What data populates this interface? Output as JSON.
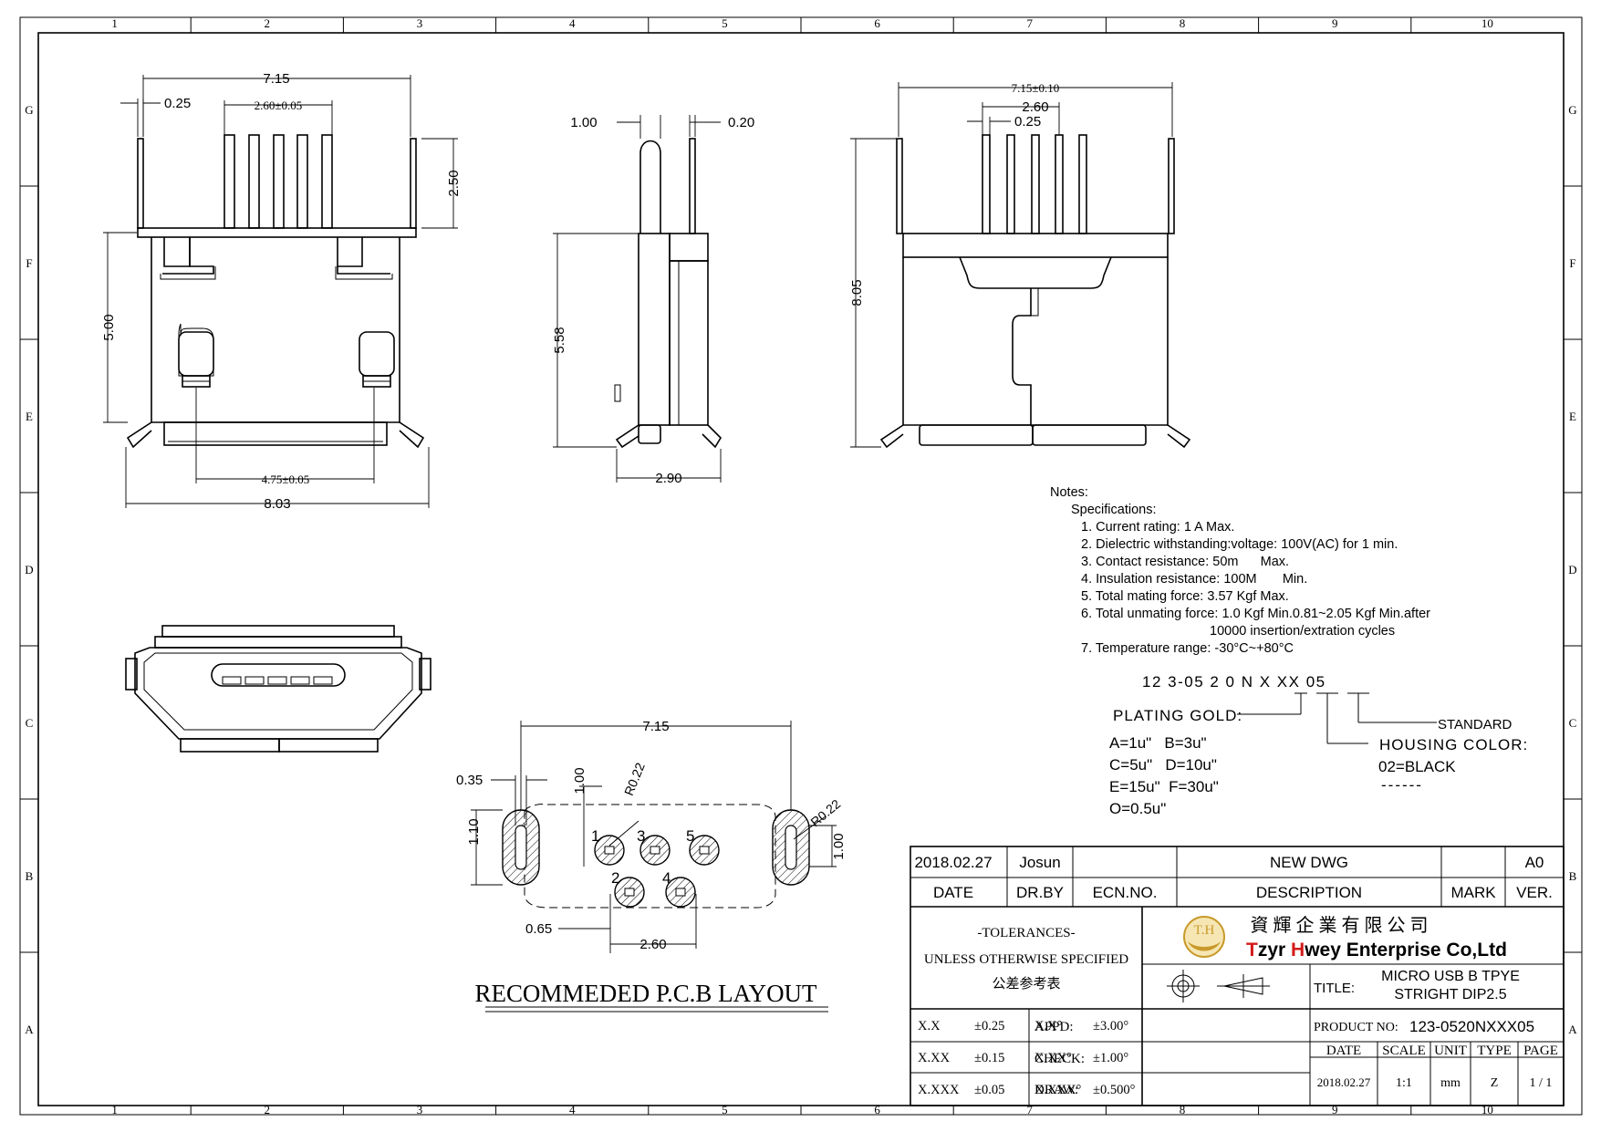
{
  "frame": {
    "cols": [
      "1",
      "2",
      "3",
      "4",
      "5",
      "6",
      "7",
      "8",
      "9",
      "10"
    ],
    "rows": [
      "G",
      "F",
      "E",
      "D",
      "C",
      "B",
      "A"
    ]
  },
  "dims": {
    "front_width_top": "7.15",
    "front_pin_width": "0.25",
    "front_pin_pitch": "2.60±0.05",
    "front_pin_height": "2.50",
    "front_body_height": "5.00",
    "front_hole_span": "4.75±0.05",
    "front_total_width": "8.03",
    "side_a": "1.00",
    "side_b": "0.20",
    "side_height": "5.58",
    "side_width": "2.90",
    "back_width": "7.15±0.10",
    "back_pitch": "2.60",
    "back_pin": "0.25",
    "back_height": "8.05",
    "pcb_width": "7.15",
    "pcb_slot_w": "0.35",
    "pcb_a": "1.00",
    "pcb_r1": "R0.22",
    "pcb_r2": "R0.22",
    "pcb_slot_h": "1.10",
    "pcb_b": "1.00",
    "pcb_c": "0.65",
    "pcb_pitch": "2.60"
  },
  "pins": [
    "1",
    "2",
    "3",
    "4",
    "5"
  ],
  "pcb_title": "RECOMMEDED P.C.B LAYOUT",
  "notes": {
    "heading": "Notes:",
    "spec_heading": "Specifications:",
    "items": [
      "1. Current rating: 1 A Max.",
      "2. Dielectric withstanding:voltage: 100V(AC) for 1 min.",
      "3. Contact resistance: 50m      Max.",
      "4. Insulation resistance: 100M       Min.",
      "5. Total mating force: 3.57 Kgf Max.",
      "6. Total unmating force: 1.0 Kgf Min.0.81~2.05 Kgf Min.after",
      "                                   10000 insertion/extration cycles",
      "7. Temperature range: -30°C~+80°C"
    ]
  },
  "part_code": {
    "code": "12 3-05 2 0 N X XX 05",
    "plating_label": "PLATING  GOLD:",
    "plating_options": [
      "A=1u\"   B=3u\"",
      "C=5u\"   D=10u\"",
      "E=15u\"  F=30u\"",
      "O=0.5u\""
    ],
    "standard_label": "STANDARD",
    "housing_label": "HOUSING  COLOR:",
    "housing_value": "02=BLACK",
    "housing_blank": "------"
  },
  "title_block": {
    "date": "2018.02.27",
    "drawn_by": "Josun",
    "revision_desc": "NEW  DWG",
    "version": "A0",
    "hdr_date": "DATE",
    "hdr_drby": "DR.BY",
    "hdr_ecn": "ECN.NO.",
    "hdr_desc": "DESCRIPTION",
    "hdr_mark": "MARK",
    "hdr_ver": "VER.",
    "tol_title": "-TOLERANCES-",
    "tol_line": "UNLESS OTHERWISE SPECIFIED",
    "tol_cn": "公差参考表",
    "logo_mark": "T.H",
    "company_cn": "資 輝 企 業 有 限 公 司",
    "company_t": "T",
    "company_zyr": "zyr ",
    "company_h": "H",
    "company_rest": "wey Enterprise Co,Ltd",
    "title_label": "TITLE:",
    "title_1": "MICRO USB B TPYE",
    "title_2": "STRIGHT DIP2.5",
    "tol_rows": [
      [
        "X.X",
        "±0.25",
        "X.X°",
        "±3.00°"
      ],
      [
        "X.XX",
        "±0.15",
        "X.XX°",
        "±1.00°"
      ],
      [
        "X.XXX",
        "±0.05",
        "X.XXX°",
        "±0.500°"
      ]
    ],
    "appd": "APPD:",
    "check": "CHECK:",
    "draw": "DRAW:",
    "product_no_label": "PRODUCT NO:",
    "product_no": "123-0520NXXX05",
    "hdr_date2": "DATE",
    "hdr_scale": "SCALE",
    "hdr_unit": "UNIT",
    "hdr_type": "TYPE",
    "hdr_page": "PAGE",
    "val_date": "2018.02.27",
    "val_scale": "1:1",
    "val_unit": "mm",
    "val_type": "Z",
    "val_page": "1 / 1"
  }
}
